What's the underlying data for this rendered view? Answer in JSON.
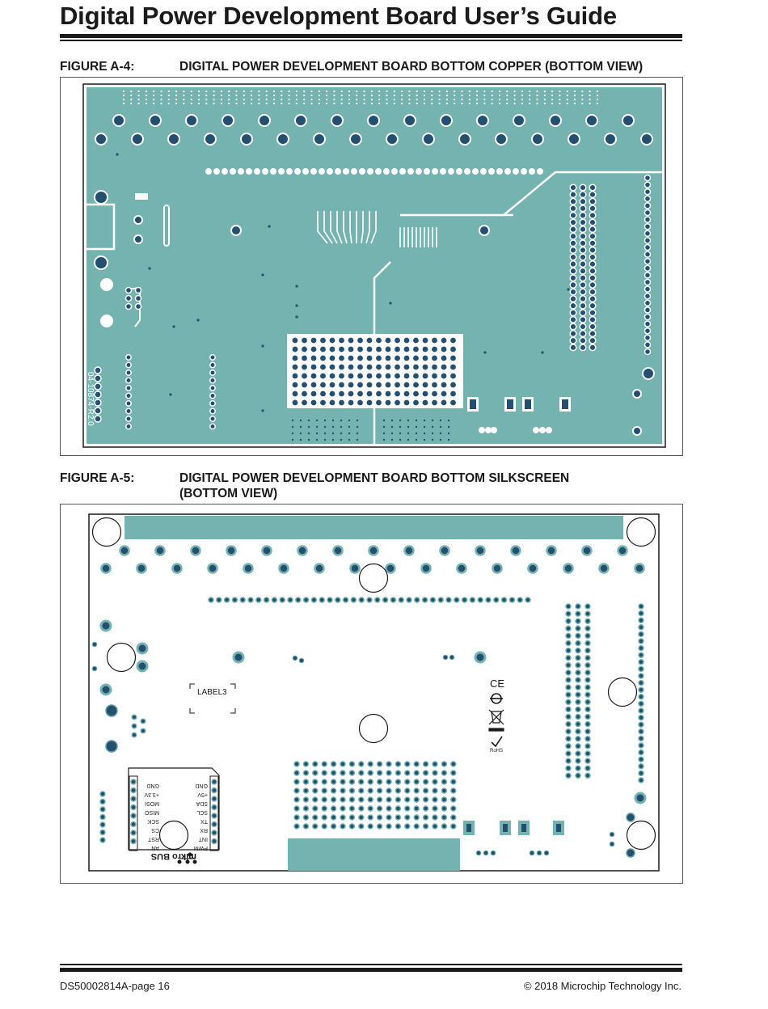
{
  "header": {
    "title": "Digital Power Development Board User’s Guide"
  },
  "figures": [
    {
      "label": "FIGURE A-4:",
      "caption": "DIGITAL POWER DEVELOPMENT BOARD BOTTOM COPPER (BOTTOM VIEW)",
      "board_marking": "04-10874-R2.0"
    },
    {
      "label": "FIGURE A-5:",
      "caption_line1": "DIGITAL POWER DEVELOPMENT BOARD BOTTOM SILKSCREEN",
      "caption_line2": "(BOTTOM VIEW)",
      "silk_label": "LABEL3",
      "mikrobus_left_pins": [
        "AN",
        "RST",
        "CS",
        "SCK",
        "MISO",
        "MOSI",
        "+3.3V",
        "GND"
      ],
      "mikrobus_right_pins": [
        "PWM",
        "INT",
        "RX",
        "TX",
        "SCL",
        "SDA",
        "+5V",
        "GND"
      ],
      "mikrobus_logo": "mikro BUS",
      "rohs_text": "RoHS"
    }
  ],
  "footer": {
    "left": "DS50002814A-page 16",
    "right": "© 2018 Microchip Technology Inc."
  },
  "colors": {
    "copper": "#74b3b0",
    "copper_dark": "#5fa29f",
    "pad": "#244f70",
    "trace": "#ffffff",
    "outline": "#1a1a1a"
  }
}
